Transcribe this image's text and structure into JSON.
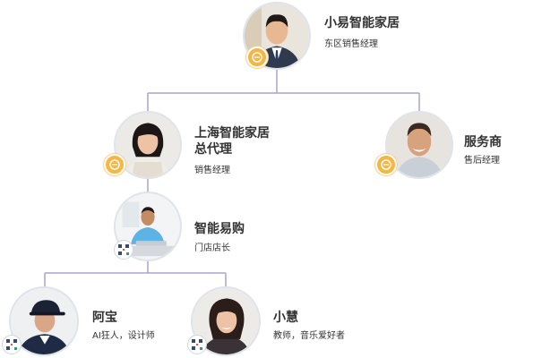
{
  "nodes": [
    {
      "id": "top",
      "name": [
        "小易智能家居"
      ],
      "role": "东区销售经理",
      "badge": "coin-badge-icon"
    },
    {
      "id": "agent",
      "name": [
        "上海智能家居",
        "总代理"
      ],
      "role": "销售经理",
      "badge": "coin-badge-icon"
    },
    {
      "id": "service",
      "name": [
        "服务商"
      ],
      "role": "售后经理",
      "badge": "coin-badge-icon"
    },
    {
      "id": "store",
      "name": [
        "智能易购"
      ],
      "role": "门店店长",
      "badge": "qr-code-icon"
    },
    {
      "id": "abao",
      "name": [
        "阿宝"
      ],
      "role": "AI狂人，设计师",
      "badge": "qr-code-icon"
    },
    {
      "id": "xiaohui",
      "name": [
        "小慧"
      ],
      "role": "教师，音乐爱好者",
      "badge": "qr-code-icon"
    }
  ],
  "colors": {
    "connector": "#a9a3cc",
    "badge": "#f7b643",
    "text": "#333333"
  }
}
